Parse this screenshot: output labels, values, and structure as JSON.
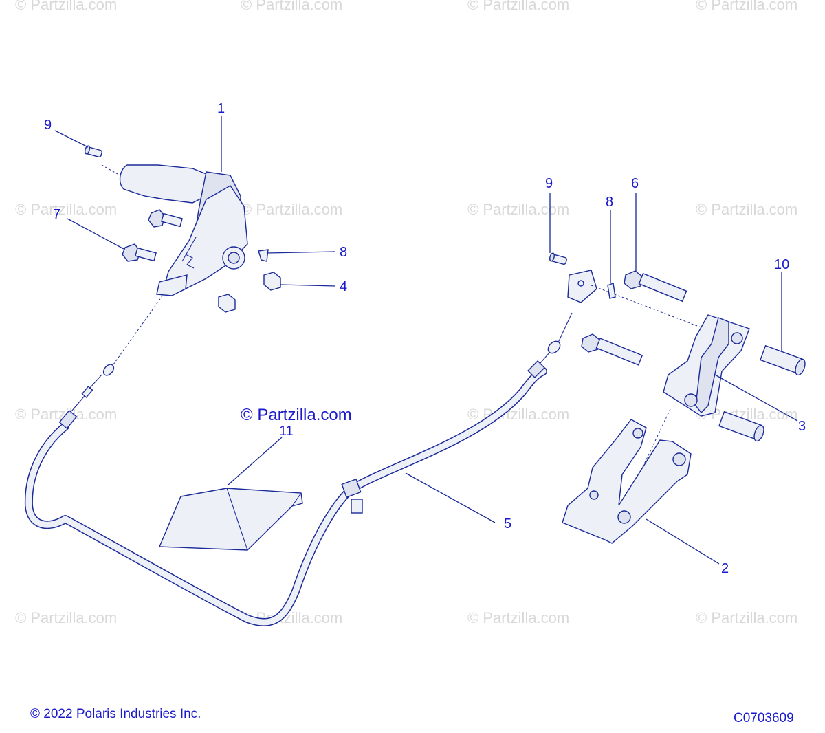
{
  "watermark": "© Partzilla.com",
  "center_watermark": "© Partzilla.com",
  "callouts": {
    "c1": "1",
    "c9a": "9",
    "c7": "7",
    "c8a": "8",
    "c4": "4",
    "c9b": "9",
    "c8b": "8",
    "c6": "6",
    "c10": "10",
    "c3": "3",
    "c11": "11",
    "c5": "5",
    "c2": "2"
  },
  "footer": {
    "copyright": "© 2022 Polaris Industries Inc.",
    "diagram_code": "C0703609"
  },
  "colors": {
    "line": "#1a2a99",
    "label": "#1a1acc",
    "watermark": "#d8d8d8"
  }
}
